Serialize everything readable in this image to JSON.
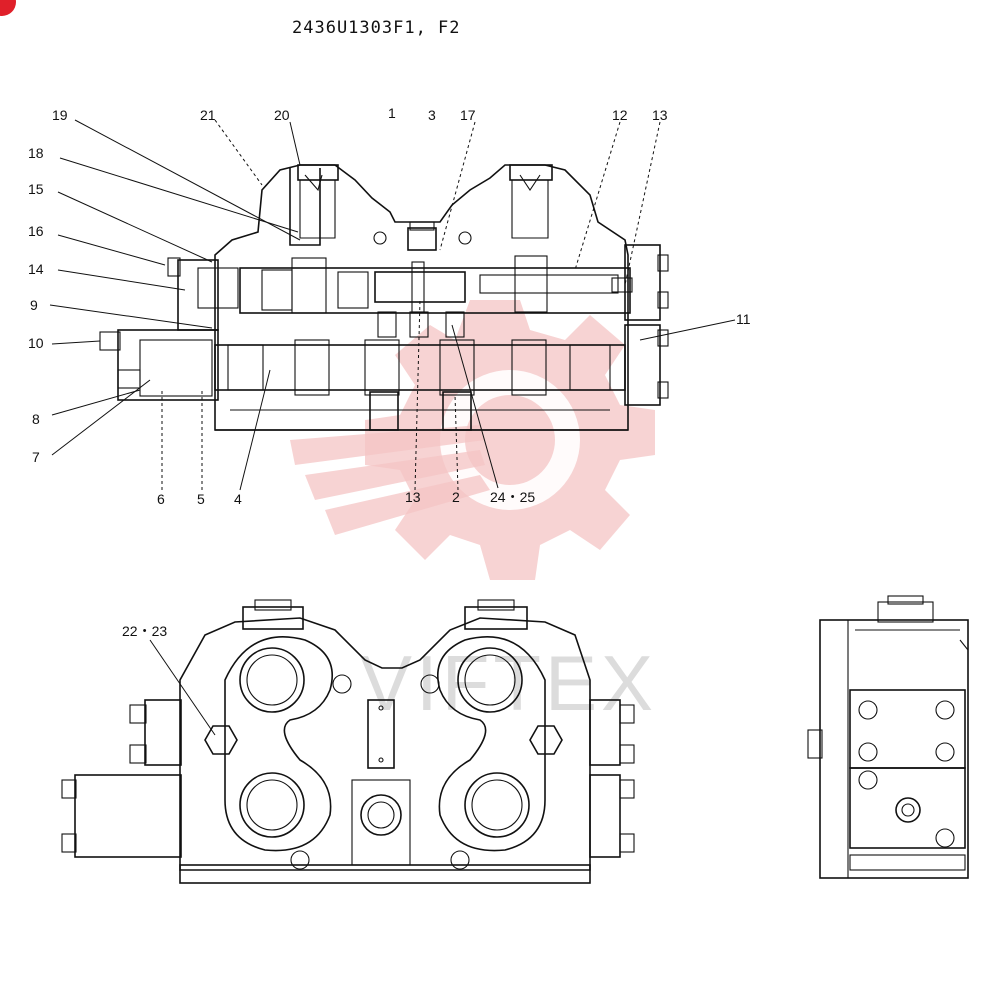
{
  "title": "2436U1303F1, F2",
  "watermark": {
    "text": "VIFTEX",
    "color": "#e87070"
  },
  "callouts": {
    "c19": "19",
    "c21": "21",
    "c20": "20",
    "c1": "1",
    "c3": "3",
    "c17": "17",
    "c12": "12",
    "c13top": "13",
    "c18": "18",
    "c15": "15",
    "c16": "16",
    "c14": "14",
    "c9": "9",
    "c10": "10",
    "c11": "11",
    "c8": "8",
    "c7": "7",
    "c6": "6",
    "c5": "5",
    "c4": "4",
    "c13bot": "13",
    "c2": "2",
    "c2425": "24・25",
    "c2223": "22・23"
  }
}
